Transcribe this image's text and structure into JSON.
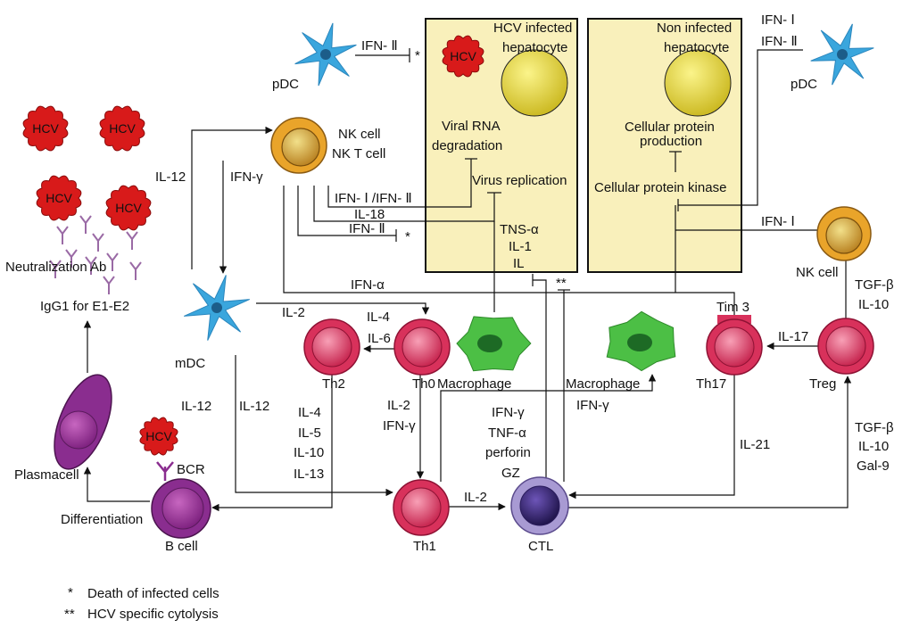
{
  "boxes": {
    "infected": {
      "title_1": "HCV infected",
      "title_2": "hepatocyte",
      "proc_1a": "Viral RNA",
      "proc_1b": "degradation",
      "proc_2": "Virus replication"
    },
    "noninfected": {
      "title_1": "Non infected",
      "title_2": "hepatocyte",
      "proc_1a": "Cellular protein",
      "proc_1b": "production",
      "proc_2": "Cellular protein kinase"
    }
  },
  "virus_label": "HCV",
  "cells": {
    "pdc": "pDC",
    "nk_nkt_1": "NK cell",
    "nk_nkt_2": "NK T cell",
    "mdc": "mDC",
    "nk": "NK cell",
    "th2": "Th2",
    "th0": "Th0",
    "macrophage": "Macrophage",
    "th17": "Th17",
    "treg": "Treg",
    "th1": "Th1",
    "ctl": "CTL",
    "bcell": "B cell",
    "plasma": "Plasmacell",
    "tim3": "Tim 3",
    "bcr": "BCR"
  },
  "labels": {
    "neutralization": "Neutralization Ab",
    "igg1": "IgG1 for E1-E2",
    "differentiation": "Differentiation",
    "il12_a": "IL-12",
    "il12_b": "IL-12",
    "il12_c": "IL-12",
    "ifng_top": "IFN-γ",
    "ifn2_pdc": "IFN- Ⅱ",
    "ifn1ifn2": "IFN- Ⅰ /IFN- Ⅱ",
    "il18": "IL-18",
    "ifn2_low": "IFN- Ⅱ",
    "tnsa": "TNS-α",
    "il1": "IL-1",
    "il": "IL",
    "ifna": "IFN-α",
    "il2_a": "IL-2",
    "il4_a": "IL-4",
    "il6": "IL-6",
    "th0_il2": "IL-2",
    "th0_ifng": "IFN-γ",
    "th2_il4": "IL-4",
    "th2_il5": "IL-5",
    "th2_il10": "IL-10",
    "th2_il13": "IL-13",
    "ctl_ifng": "IFN-γ",
    "ctl_tnfa": "TNF-α",
    "ctl_perforin": "perforin",
    "ctl_gz": "GZ",
    "mac_ifng": "IFN-γ",
    "il2_b": "IL-2",
    "il21": "IL-21",
    "il17": "IL-17",
    "ifn1_nk": "IFN- Ⅰ",
    "ifn1_pdc": "IFN- Ⅰ",
    "ifn2_pdc2": "IFN- Ⅱ",
    "tgfb_1": "TGF-β",
    "il10_1": "IL-10",
    "tgfb_2": "TGF-β",
    "il10_2": "IL-10",
    "gal9": "Gal-9",
    "star": "*",
    "star_b": "*",
    "double_star": "**"
  },
  "legend": [
    {
      "mark": "*",
      "text": "Death of infected cells"
    },
    {
      "mark": "**",
      "text": "HCV specific cytolysis"
    }
  ],
  "colors": {
    "hepatocyte_box": "#f9f0bb",
    "nucleus_yellow": "#e0d33a",
    "virus_red": "#d81a1a",
    "dendritic_blue": "#3aa6dd",
    "t_cell_pink": "#d8315b",
    "macrophage_green": "#4cbf45",
    "nk_orange": "#e9a42a",
    "b_cell_purple": "#8a2d8f",
    "ctl_lavender": "#a89ad3"
  }
}
